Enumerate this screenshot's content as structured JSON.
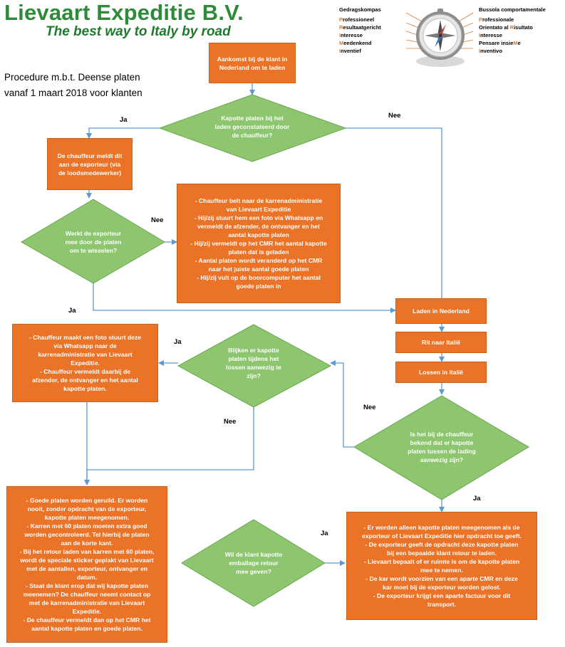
{
  "header": {
    "company": "Lievaart Expeditie B.V.",
    "slogan": "The best way to Italy by road",
    "procedure_line1": "Procedure m.b.t. Deense platen",
    "procedure_line2": "vanaf 1 maart 2018 voor klanten"
  },
  "compass": {
    "nl_title": "Gedragskompas",
    "it_title": "Bussola comportamentale",
    "nl_items": [
      {
        "first": "P",
        "rest": "rofessioneel"
      },
      {
        "first": "R",
        "rest": "esultaatgericht"
      },
      {
        "first": "I",
        "rest": "nteresse"
      },
      {
        "first": "M",
        "rest": "eedenkend"
      },
      {
        "first": "I",
        "rest": "nventief"
      }
    ],
    "it_items": [
      {
        "pre": "",
        "first": "P",
        "rest": "rofessionale"
      },
      {
        "pre": "Orientato al ",
        "first": "R",
        "rest": "isultato"
      },
      {
        "pre": "",
        "first": "I",
        "rest": "nteresse"
      },
      {
        "pre": "Pensare insie",
        "first": "M",
        "rest": "e"
      },
      {
        "pre": "",
        "first": "I",
        "rest": "nventivo"
      }
    ]
  },
  "flow": {
    "start": "Aankomst bij de klant in\nNederland om te laden",
    "q_damaged": "Kapotte platen bij het\nladen geconstateerd door\nde chauffeur?",
    "report": "De chauffeur meldt dit\naan de exporteur (via\nde loodsmedewerker)",
    "q_exporter": "Werkt de exporteur\nmee door de platen\nom te wisselen?",
    "driver_calls": "- Chauffeur belt naar de karrenadministratie\nvan Lievaart Expeditie\n- Hij/zij stuurt hem een foto via Whatsapp en\nvermeldt de afzender, de ontvanger en het\naantal kapotte platen\n- Hij/zij vermeldt op het CMR het aantal kapotte\nplaten dat is geladen\n- Aantal platen wordt veranderd op het CMR\nnaar het juiste aantal goede platen\n- Hij/zij vult op de boorcomputer het aantal\ngoede platen in",
    "load_nl": "Laden in Nederland",
    "ride_it": "Rit naar Italië",
    "unload_it": "Lossen in Italië",
    "q_unload": "Blijken er kapotte\nplaten tijdens het\nlossen aanwezig te\nzijn?",
    "photo_box": "- Chauffeur maakt een foto stuurt deze\nvia Whatsapp naar de\nkarrenadministratie van Lievaart\nExpeditie.\n- Chauffeur vermeldt daarbij de\nafzender, de ontvanger en het aantal\nkapotte platen.",
    "q_known": "Is het bij de chauffeur\nbekend dat er kapotte\nplaten tussen de lading\naanwezig zijn?",
    "exchange_box": "- Goede platen worden geruild. Er worden\nnooit, zonder opdracht van de exporteur,\nkapotte platen meegenomen.\n- Karren met 60 platen moeten extra goed\nworden gecontroleerd. Tel hierbij de platen\naan de korte kant.\n- Bij het retour laden van karren met 60 platen,\nwordt de speciale sticker geplakt van Lievaart\nmet de aantallen, exporteur, ontvanger en\ndatum.\n- Staat de klant erop dat wij kapotte platen\nmeenemen? De chauffeur neemt contact op\nmet de karrenadministratie  van Lievaart\nExpeditie.\n- De chauffeur vermeldt dan op het CMR het\naantal kapotte platen en goede platen.",
    "q_customer": "Wil de klant kapotte\nemballage retour\nmee geven?",
    "only_box": "- Er worden alleen kapotte platen meegenomen als de\nexporteur of Lievaart Expeditie hier opdracht toe geeft.\n- De exporteur geeft de opdracht deze kapotte platen\nbij een bepaalde klant retour te laden.\n- Lievaart bepaalt of er ruimte is om de kapotte platen\nmee te nemen.\n- De kar wordt voorzien van een aparte CMR en deze\nkar moet bij de exporteur worden gelost.\n- De exporteur krijgt een aparte factuur voor dit\ntransport."
  },
  "labels": {
    "ja": "Ja",
    "nee": "Nee"
  },
  "colors": {
    "box_fill": "#ea7327",
    "diamond_fill": "#8dc66f",
    "connector": "#5b9bd5",
    "brand_green": "#2e8b3a"
  }
}
